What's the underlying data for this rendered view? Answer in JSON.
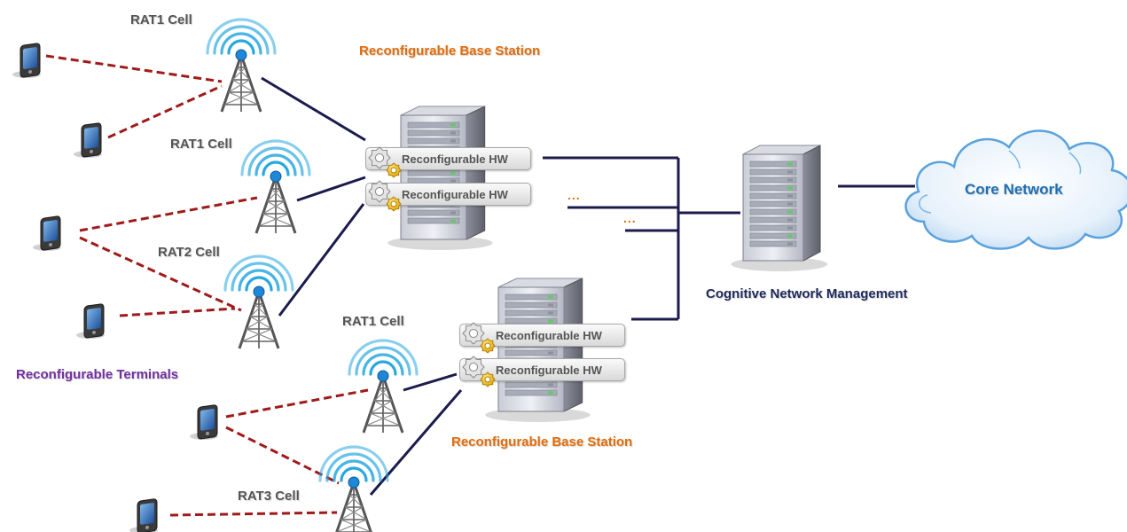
{
  "labels": {
    "rat1_cell_a": "RAT1 Cell",
    "rat1_cell_b": "RAT1 Cell",
    "rat2_cell": "RAT2 Cell",
    "rat1_cell_c": "RAT1 Cell",
    "rat3_cell": "RAT3 Cell",
    "base_station_top": "Reconfigurable Base Station",
    "base_station_bottom": "Reconfigurable Base Station",
    "terminals": "Reconfigurable Terminals",
    "cognitive_mgmt": "Cognitive Network Management",
    "core_network": "Core Network",
    "hw_label": "Reconfigurable  HW",
    "ellipsis": "..."
  },
  "colors": {
    "wireless_link": "#A01A1A",
    "wired_link": "#1B1B4D",
    "base_station_label": "#E46C0A",
    "terminals_label": "#7030A0",
    "core_label": "#1F6FB5"
  },
  "icons": [
    "cell-tower-icon",
    "mobile-phone-icon",
    "server-icon",
    "gear-icon",
    "cloud-icon"
  ]
}
